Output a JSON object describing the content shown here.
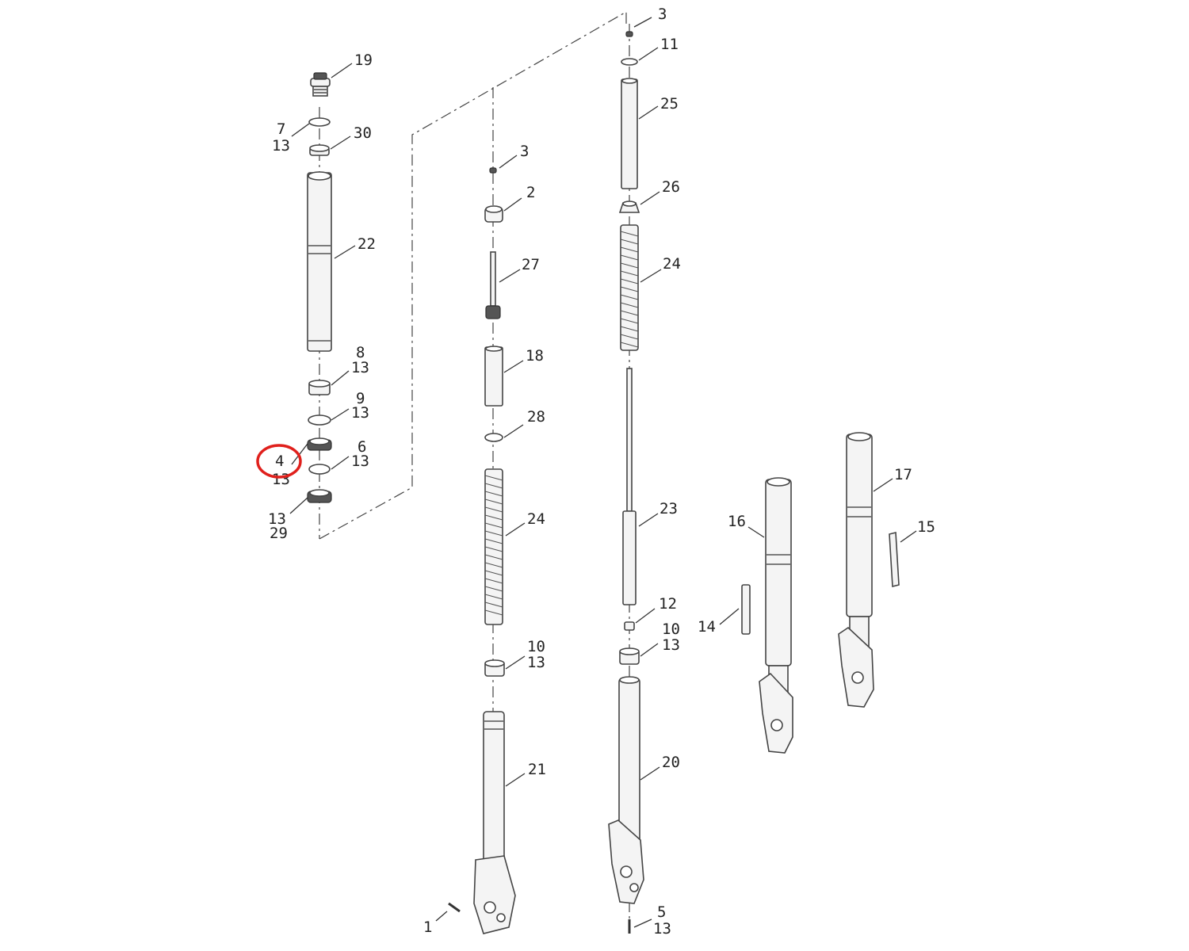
{
  "highlight_color": "#e0201c",
  "callouts": {
    "c1": "1",
    "c2": "2",
    "c3a": "3",
    "c3b": "3",
    "c4": "4",
    "c5": "5",
    "c6": "6",
    "c7": "7",
    "c8": "8",
    "c9": "9",
    "c10a": "10",
    "c10b": "10",
    "c11": "11",
    "c12": "12",
    "c13_a": "13",
    "c13_b": "13",
    "c13_c": "13",
    "c13_d": "13",
    "c13_e": "13",
    "c13_f": "13",
    "c13_g": "13",
    "c13_h": "13",
    "c13_i": "13",
    "c14": "14",
    "c15": "15",
    "c16": "16",
    "c17": "17",
    "c18": "18",
    "c19": "19",
    "c20": "20",
    "c21": "21",
    "c22": "22",
    "c23": "23",
    "c24a": "24",
    "c24b": "24",
    "c25": "25",
    "c26": "26",
    "c27": "27",
    "c28": "28",
    "c29": "29",
    "c30": "30"
  }
}
